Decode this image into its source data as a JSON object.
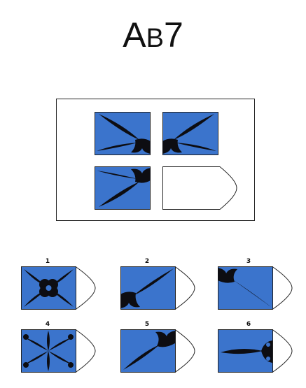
{
  "title": {
    "main": "A",
    "sub": "B",
    "number": "7"
  },
  "colors": {
    "fill": "#3b74cc",
    "ink": "#0d0d12",
    "paper": "#ffffff",
    "frame": "#222222"
  },
  "matrix": {
    "cells": [
      {
        "position": "top-left",
        "pattern": "blades-from-bottom-right-to-top-left-and-left"
      },
      {
        "position": "top-right",
        "pattern": "blades-from-bottom-left-to-top-right-and-right"
      },
      {
        "position": "bottom-left",
        "pattern": "blades-from-top-right-to-bottom-left-and-left"
      },
      {
        "position": "bottom-right",
        "pattern": "missing-piece-blank"
      }
    ]
  },
  "options": [
    {
      "number": "1",
      "pattern": "four-leaf-center-with-diagonal-blades"
    },
    {
      "number": "2",
      "pattern": "blade-from-bottom-left-to-top-right"
    },
    {
      "number": "3",
      "pattern": "blade-from-top-left-to-bottom-right"
    },
    {
      "number": "4",
      "pattern": "six-blade-star-with-dots"
    },
    {
      "number": "5",
      "pattern": "blade-from-top-right-to-bottom-left"
    },
    {
      "number": "6",
      "pattern": "horizontal-blade-with-curl"
    }
  ]
}
